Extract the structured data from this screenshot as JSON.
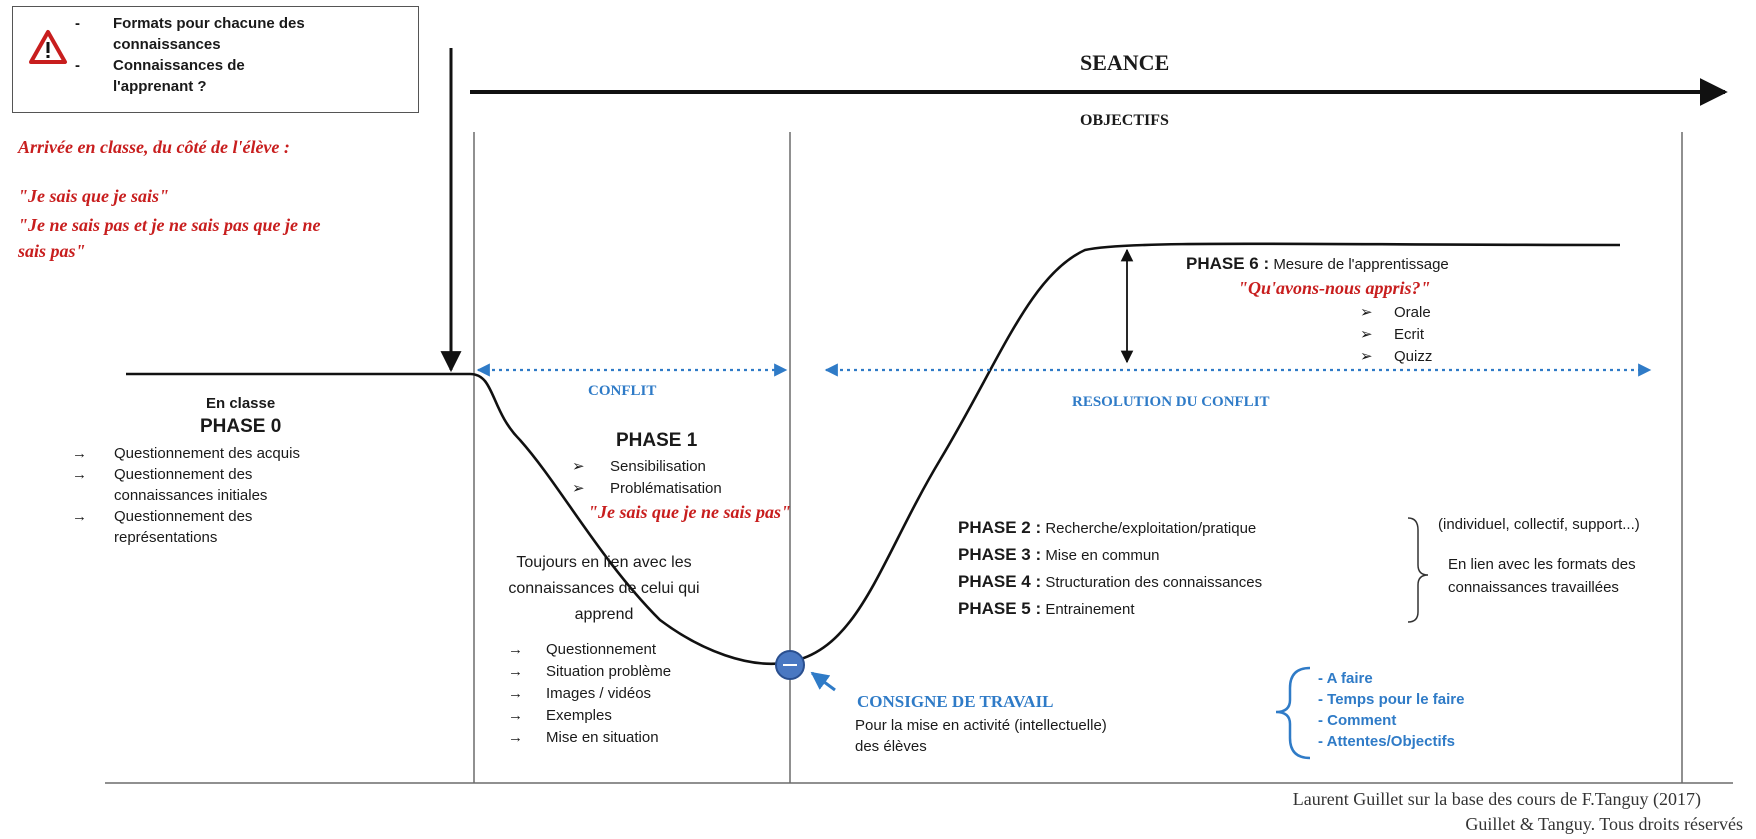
{
  "warning": {
    "icon": "warning-triangle-icon",
    "items": [
      "Formats pour chacune des",
      "connaissances",
      "Connaissances de",
      "l'apprenant ?"
    ]
  },
  "header": {
    "seance": "SEANCE",
    "objectifs": "OBJECTIFS"
  },
  "student_arrival": {
    "title": "Arrivée en classe, du côté de l'élève :",
    "quote1": "\"Je sais que je sais\"",
    "quote2_line1": "\"Je ne sais pas et je ne sais pas que je ne",
    "quote2_line2": "sais pas\""
  },
  "labels": {
    "conflit": "CONFLIT",
    "resolution": "RESOLUTION DU CONFLIT"
  },
  "phase0": {
    "context": "En classe",
    "title": "PHASE 0",
    "items": [
      "Questionnement des acquis",
      "Questionnement des",
      "connaissances initiales",
      "Questionnement des",
      "représentations"
    ]
  },
  "phase1": {
    "title": "PHASE 1",
    "items": [
      "Sensibilisation",
      "Problématisation"
    ],
    "quote": "\"Je sais que je ne sais pas\""
  },
  "lien": {
    "line1": "Toujours en lien avec les",
    "line2": "connaissances de celui qui",
    "line3": "apprend"
  },
  "supports": [
    "Questionnement",
    "Situation problème",
    "Images / vidéos",
    "Exemples",
    "Mise en situation"
  ],
  "phase6": {
    "title": "PHASE 6 :",
    "desc": "Mesure de l'apprentissage",
    "quote": "\"Qu'avons-nous appris?\"",
    "items": [
      "Orale",
      "Ecrit",
      "Quizz"
    ]
  },
  "phases": [
    {
      "title": "PHASE 2 :",
      "desc": "Recherche/exploitation/pratique"
    },
    {
      "title": "PHASE 3 :",
      "desc": "Mise en commun"
    },
    {
      "title": "PHASE 4 :",
      "desc": "Structuration des connaissances"
    },
    {
      "title": "PHASE 5 :",
      "desc": "Entrainement"
    }
  ],
  "phases_note": {
    "line1": "(individuel, collectif, support...)",
    "line2": "En lien avec les formats des",
    "line3": "connaissances travaillées"
  },
  "consigne": {
    "title": "CONSIGNE DE TRAVAIL",
    "line1": "Pour la mise en activité (intellectuelle)",
    "line2": "des élèves",
    "items": [
      "- A faire",
      "- Temps pour le faire",
      "- Comment",
      "- Attentes/Objectifs"
    ]
  },
  "credits": {
    "line1": "Laurent Guillet sur la base des cours de F.Tanguy (2017)",
    "line2": "Guillet & Tanguy. Tous droits réservés"
  },
  "colors": {
    "red": "#c81e1e",
    "blue": "#2f7bc7",
    "line": "#1a1a1a",
    "grey": "#6b6b6b",
    "dot": "#4a78c2"
  }
}
